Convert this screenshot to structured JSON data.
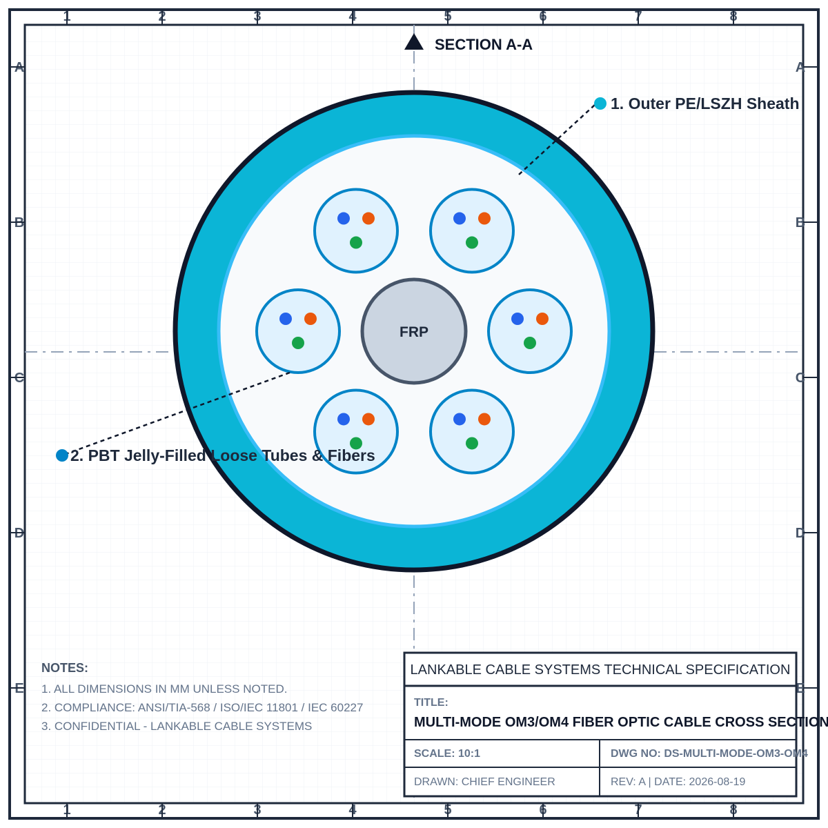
{
  "section": {
    "label": "SECTION A-A"
  },
  "zones": {
    "columns": [
      "1",
      "2",
      "3",
      "4",
      "5",
      "6",
      "7",
      "8"
    ],
    "rows": [
      "A",
      "B",
      "C",
      "D",
      "E"
    ]
  },
  "core": {
    "label": "FRP"
  },
  "callouts": [
    {
      "text": "1. Outer PE/LSZH Sheath"
    },
    {
      "text": "2. PBT Jelly-Filled Loose Tubes & Fibers"
    }
  ],
  "notes": {
    "title": "NOTES:",
    "lines": [
      "1. ALL DIMENSIONS IN MM UNLESS NOTED.",
      "2. COMPLIANCE: ANSI/TIA-568 / ISO/IEC 11801 / IEC 60227",
      "3. CONFIDENTIAL - LANKABLE CABLE SYSTEMS"
    ]
  },
  "title_block": {
    "company": "LANKABLE CABLE SYSTEMS TECHNICAL SPECIFICATION",
    "title_label": "TITLE:",
    "title": "MULTI-MODE OM3/OM4 FIBER OPTIC CABLE CROSS SECTION",
    "scale": "SCALE: 10:1",
    "dwg_no": "DWG NO: DS-MULTI-MODE-OM3-OM4",
    "drawn": "DRAWN: CHIEF ENGINEER",
    "rev_date": "REV: A | DATE: 2026-08-19"
  },
  "colors": {
    "sheath": "#0bb5d6",
    "sheath_outline": "#0f172a",
    "tube_ring": "#0284c7",
    "tube_fill": "#e0f2fe",
    "fiber_blue": "#2563eb",
    "fiber_orange": "#ea580c",
    "fiber_green": "#16a34a",
    "frp_fill": "#cbd5e1",
    "frp_outline": "#475569"
  }
}
